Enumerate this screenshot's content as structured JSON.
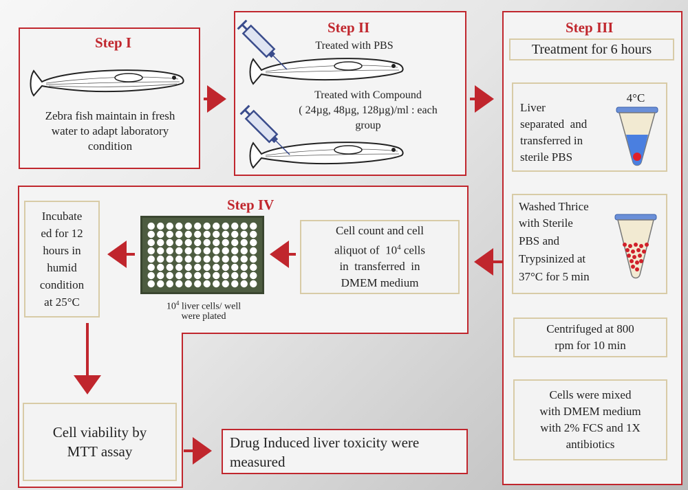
{
  "step1": {
    "title": "Step I",
    "caption": "Zebra fish maintain in fresh water to adapt laboratory condition"
  },
  "step2": {
    "title": "Step II",
    "pbs_label": "Treated with PBS",
    "compound_label_1": "Treated with Compound",
    "compound_label_2": "( 24µg, 48µg, 128µg)/ml : each",
    "compound_label_3": "group"
  },
  "step3": {
    "title": "Step III",
    "treatment": "Treatment for 6 hours",
    "temp": "4°C",
    "liver_1": "Liver",
    "liver_2": "separated  and",
    "liver_3": "transferred in",
    "liver_4": "sterile PBS",
    "wash_1": "Washed Thrice",
    "wash_2": "with Sterile",
    "wash_3": "PBS and",
    "wash_4": "Trypsinized at",
    "wash_5": "37°C for 5 min",
    "centrifuge_1": "Centrifuged at 800",
    "centrifuge_2": "rpm for 10 min",
    "mix_1": "Cells were mixed",
    "mix_2": "with DMEM medium",
    "mix_3": "with 2% FCS and 1X",
    "mix_4": "antibiotics"
  },
  "step4": {
    "title": "Step IV",
    "count_1": "Cell count and cell",
    "count_2": "aliquot of  10",
    "count_2_sup": "4",
    "count_2_end": " cells",
    "count_3": "in  transferred  in",
    "count_4": "DMEM medium",
    "plate_1": "10",
    "plate_1_sup": "4",
    "plate_1_end": " liver cells/ well",
    "plate_2": "were plated",
    "incubate_1": "Incubate",
    "incubate_2": "ed for 12",
    "incubate_3": "hours in",
    "incubate_4": "humid",
    "incubate_5": "condition",
    "incubate_6": "at 25°C",
    "mtt_1": "Cell viability by",
    "mtt_2": "MTT assay"
  },
  "result": {
    "line1": "Drug Induced liver toxicity were",
    "line2": "measured"
  },
  "colors": {
    "accent": "#c0262d",
    "tan_border": "#d8cba6",
    "plate_frame": "#4d5c40",
    "syringe": "#3a4c8c"
  }
}
